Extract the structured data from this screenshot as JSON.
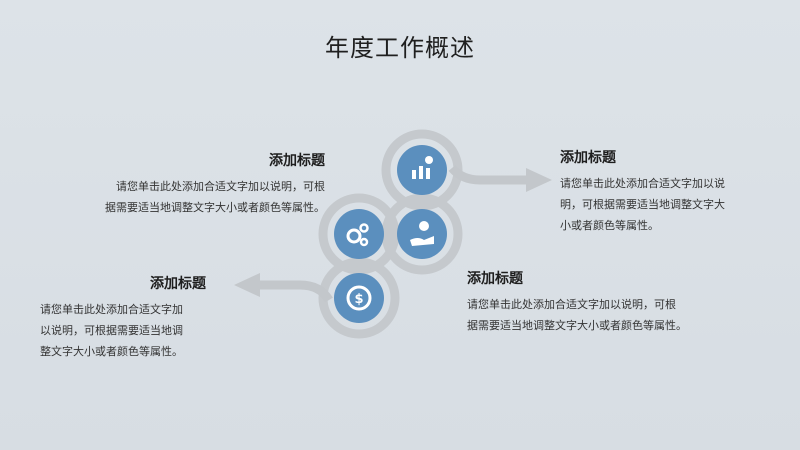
{
  "title": "年度工作概述",
  "colors": {
    "accent": "#5b8fbe",
    "ring": "#c5c9cd",
    "arrow": "#c3c7cb"
  },
  "icons": [
    "people-chart-icon",
    "gears-icon",
    "hand-coin-icon",
    "dollar-cycle-icon"
  ],
  "blocks": {
    "top_left": {
      "heading": "添加标题",
      "lines": [
        "请您单击此处添加合适文字加以说明，可根",
        "据需要适当地调整文字大小或者颜色等属性。"
      ]
    },
    "top_right": {
      "heading": "添加标题",
      "lines": [
        "请您单击此处添加合适文字加以说",
        "明，可根据需要适当地调整文字大",
        "小或者颜色等属性。"
      ]
    },
    "bottom_left": {
      "heading": "添加标题",
      "lines": [
        "请您单击此处添加合适文字加",
        "以说明，可根据需要适当地调",
        "整文字大小或者颜色等属性。"
      ]
    },
    "bottom_right": {
      "heading": "添加标题",
      "lines": [
        "请您单击此处添加合适文字加以说明，可根",
        "据需要适当地调整文字大小或者颜色等属性。"
      ]
    }
  }
}
